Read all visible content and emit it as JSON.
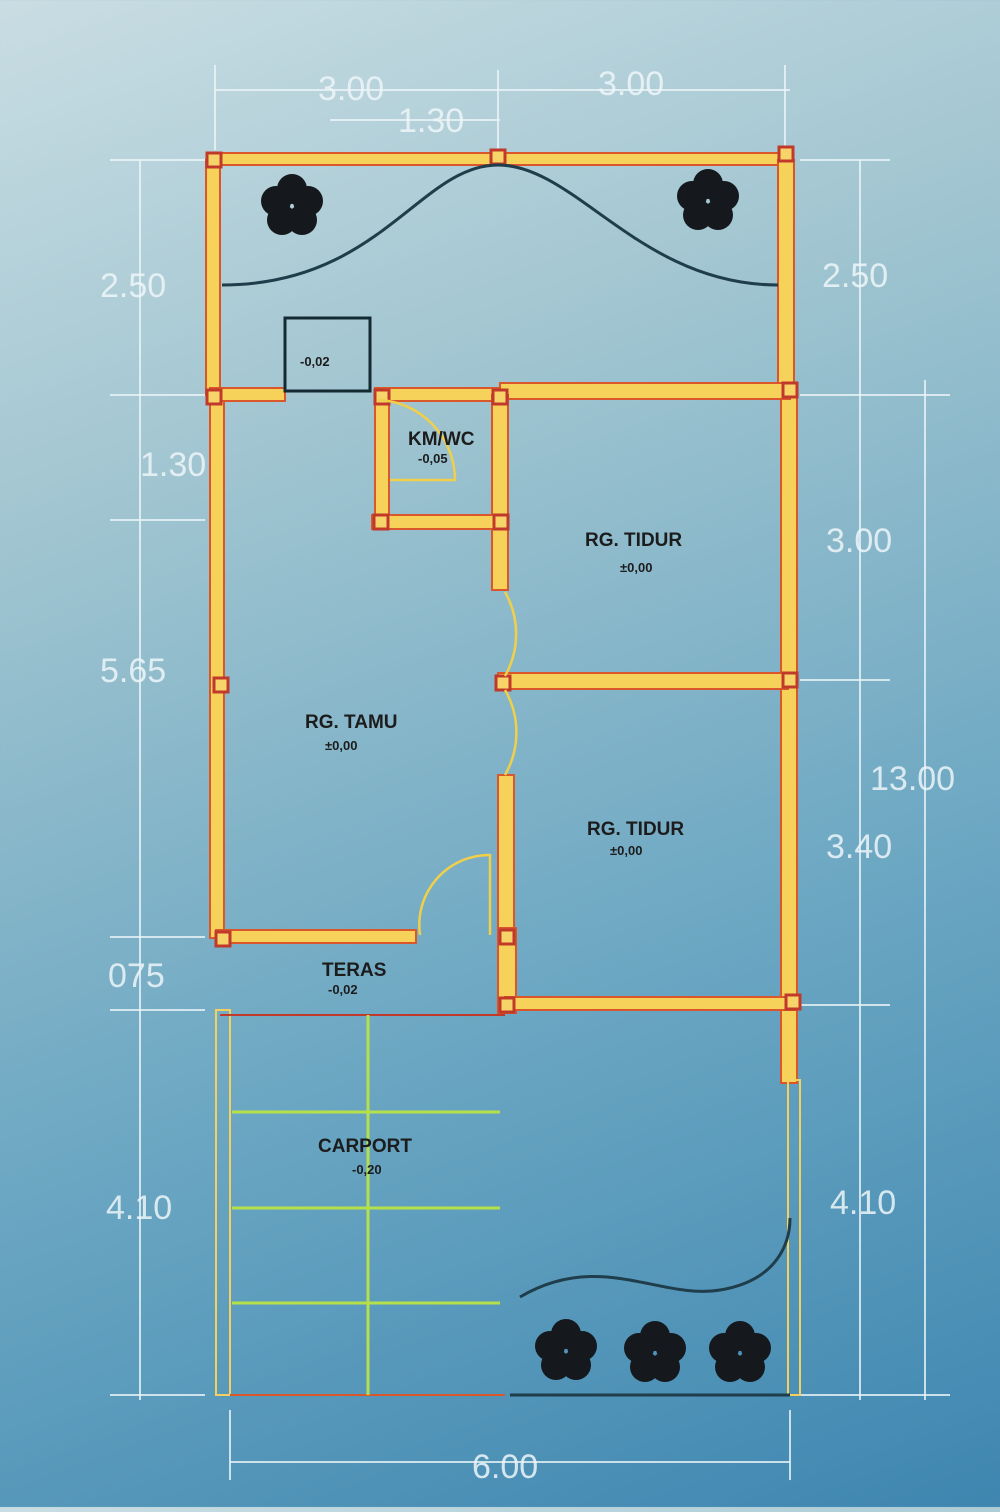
{
  "floor_plan": {
    "rooms": {
      "km_wc": {
        "name": "KM/WC",
        "level": "-0,05"
      },
      "rg_tidur_1": {
        "name": "RG. TIDUR",
        "level": "±0,00"
      },
      "rg_tamu": {
        "name": "RG. TAMU",
        "level": "±0,00"
      },
      "rg_tidur_2": {
        "name": "RG. TIDUR",
        "level": "±0,00"
      },
      "teras": {
        "name": "TERAS",
        "level": "-0,02"
      },
      "carport": {
        "name": "CARPORT",
        "level": "-0,20"
      },
      "small_box": {
        "level": "-0,02"
      }
    },
    "dimensions": {
      "top_left": "3.00",
      "top_right": "3.00",
      "top_inner": "1.30",
      "left": [
        "2.50",
        "1.30",
        "5.65",
        "075",
        "4.10"
      ],
      "right": [
        "2.50",
        "3.00",
        "3.40",
        "4.10"
      ],
      "right_total": "13.00",
      "bottom": "6.00"
    }
  },
  "colors": {
    "background": "#6aa6c2",
    "wall_fill": "#f6d25a",
    "wall_outline": "#d9572a",
    "dimension_text": "#eef6f9"
  }
}
